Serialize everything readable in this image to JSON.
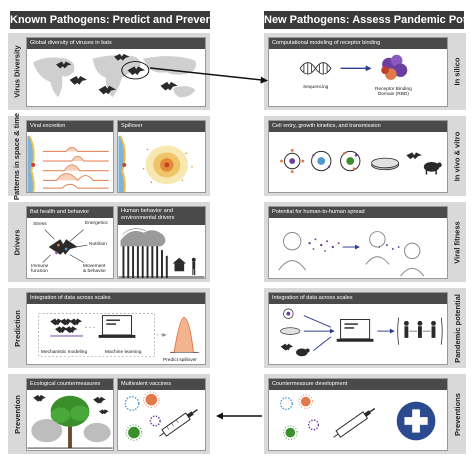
{
  "headers": {
    "left": "Known Pathogens: Predict and Prevent spillover",
    "right": "New Pathogens: Assess Pandemic Potential"
  },
  "left_side": [
    "Virus Diversity",
    "Patterns in space & time",
    "Drivers",
    "Prediction",
    "Prevention"
  ],
  "right_side": [
    "In silico",
    "In vivo & vitro",
    "Viral fitness",
    "Pandemic potential",
    "Preventions"
  ],
  "left_panels": {
    "r1": {
      "title": "Global diversity of viruses in bats"
    },
    "r2a": {
      "title": "Viral excretion"
    },
    "r2b": {
      "title": "Spillover"
    },
    "r3a": {
      "title": "Bat health and behavior",
      "labels": {
        "stress": "Stress",
        "energetics": "Energetics",
        "nutrition": "Nutrition",
        "immune": "Immune\nfunction",
        "movement": "Movement\n& behavior"
      }
    },
    "r3b": {
      "title": "Human behavior and environmental drivers"
    },
    "r4": {
      "title": "Integration of data across scales",
      "labels": {
        "mech": "Mechanistic modeling",
        "ml": "Machine learning",
        "pred": "Predict spillover"
      }
    },
    "r5a": {
      "title": "Ecological countermeasures"
    },
    "r5b": {
      "title": "Multivalent vaccines"
    }
  },
  "right_panels": {
    "r1": {
      "title": "Computational modeling of receptor binding",
      "labels": {
        "seq": "Sequencing",
        "rbd": "Receptor Binding\nDomain (RBD)"
      }
    },
    "r2": {
      "title": "Cell entry, growth kinetics, and transmission"
    },
    "r3": {
      "title": "Potential for human-to-human spread"
    },
    "r4": {
      "title": "Integration of data across scales"
    },
    "r5": {
      "title": "Countermeasure development"
    }
  },
  "colors": {
    "header": "#3a3a3a",
    "row_bg": "#d9d9d9",
    "arrow_blue": "#2c3e8f",
    "virus_purple": "#6b3fa0",
    "curve_orange": "#e07a4a",
    "tree_green": "#3a8f2a"
  }
}
